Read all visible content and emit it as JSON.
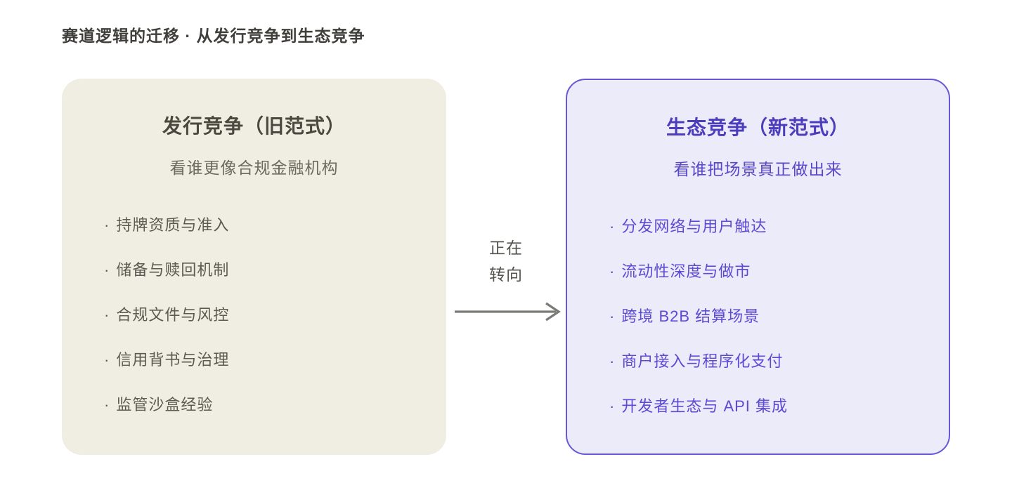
{
  "page": {
    "title": "赛道逻辑的迁移 · 从发行竞争到生态竞争"
  },
  "left_card": {
    "title": "发行竞争（旧范式）",
    "subtitle": "看谁更像合规金融机构",
    "bullet": "·",
    "items": [
      "持牌资质与准入",
      "储备与赎回机制",
      "合规文件与风控",
      "信用背书与治理",
      "监管沙盒经验"
    ],
    "colors": {
      "background": "#f0ede3",
      "title": "#4b493f",
      "text": "#5d5b51"
    }
  },
  "right_card": {
    "title": "生态竞争（新范式）",
    "subtitle": "看谁把场景真正做出来",
    "bullet": "·",
    "items": [
      "分发网络与用户触达",
      "流动性深度与做市",
      "跨境 B2B 结算场景",
      "商户接入与程序化支付",
      "开发者生态与 API 集成"
    ],
    "colors": {
      "background": "#ecebfa",
      "border": "#6758d8",
      "title": "#4c3dbd",
      "text": "#5a4bd2"
    }
  },
  "transition": {
    "label_line1": "正在",
    "label_line2": "转向",
    "arrow_icon": "arrow-right-icon",
    "arrow_color": "#7b7a76"
  }
}
